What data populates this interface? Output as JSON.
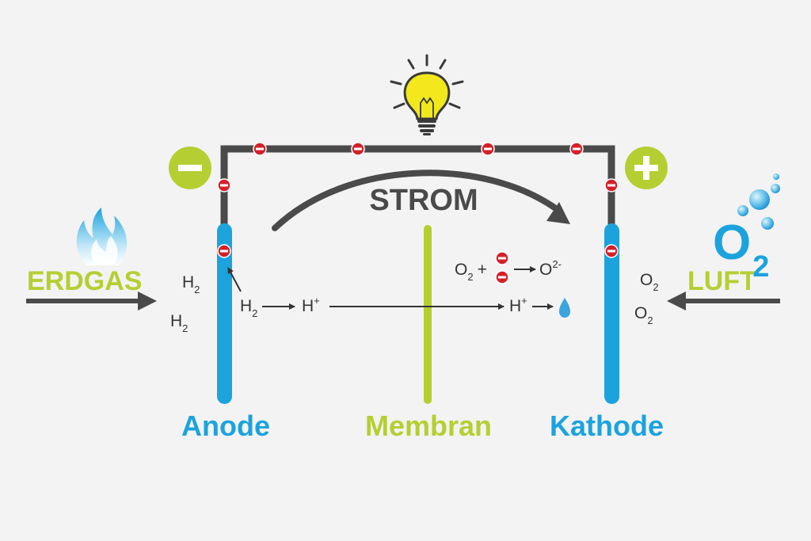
{
  "labels": {
    "strom": "STROM",
    "erdgas": "ERDGAS",
    "luft": "LUFT",
    "anode": "Anode",
    "membran": "Membran",
    "kathode": "Kathode",
    "minus": "−",
    "plus": "+"
  },
  "chem": {
    "h2_a_main": "H",
    "h2_a_sub": "2",
    "h2_b_main": "H",
    "h2_b_sub": "2",
    "h2_c_main": "H",
    "h2_c_sub": "2",
    "hplus_left_main": "H",
    "hplus_left_sup": "+",
    "hplus_right_main": "H",
    "hplus_right_sup": "+",
    "o2_reactant_main": "O",
    "o2_reactant_sub": "2",
    "plus_sign": "+",
    "o2_minus_main": "O",
    "o2_minus_sup": "2-",
    "o2_a_main": "O",
    "o2_a_sub": "2",
    "o2_b_main": "O",
    "o2_b_sub": "2",
    "o2_big_main": "O",
    "o2_big_sub": "2"
  },
  "colors": {
    "blue": "#1ca3dd",
    "green": "#b5cf33",
    "dark": "#4a4a4a",
    "red": "#d4202a",
    "bulb": "#f2e81c"
  }
}
